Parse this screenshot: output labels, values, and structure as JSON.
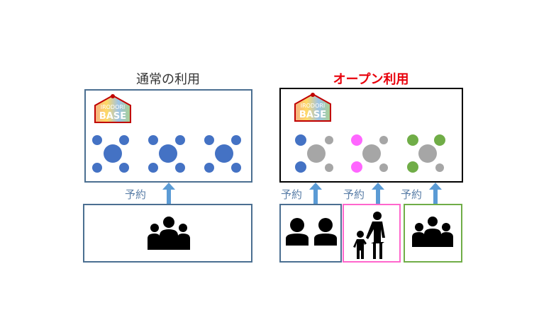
{
  "titles": {
    "normal": "通常の利用",
    "open": "オープン利用"
  },
  "logo": {
    "line1": "IRODORI",
    "line2": "BASE"
  },
  "reserve_label": "予約",
  "colors": {
    "node_blue": "#4472c4",
    "node_gray": "#a6a6a6",
    "node_pink": "#ff66ff",
    "node_green": "#70ad47",
    "arrow": "#5b9bd5",
    "open_title": "#e8000b",
    "box_blue": "#4b6f91",
    "box_pink": "#ff66cc",
    "box_green": "#70ad47"
  },
  "icons": {
    "normal_group": "group-of-people-icon",
    "open_pair": "two-people-icon",
    "open_parent_child": "parent-and-child-icon",
    "open_group": "group-of-people-icon"
  }
}
